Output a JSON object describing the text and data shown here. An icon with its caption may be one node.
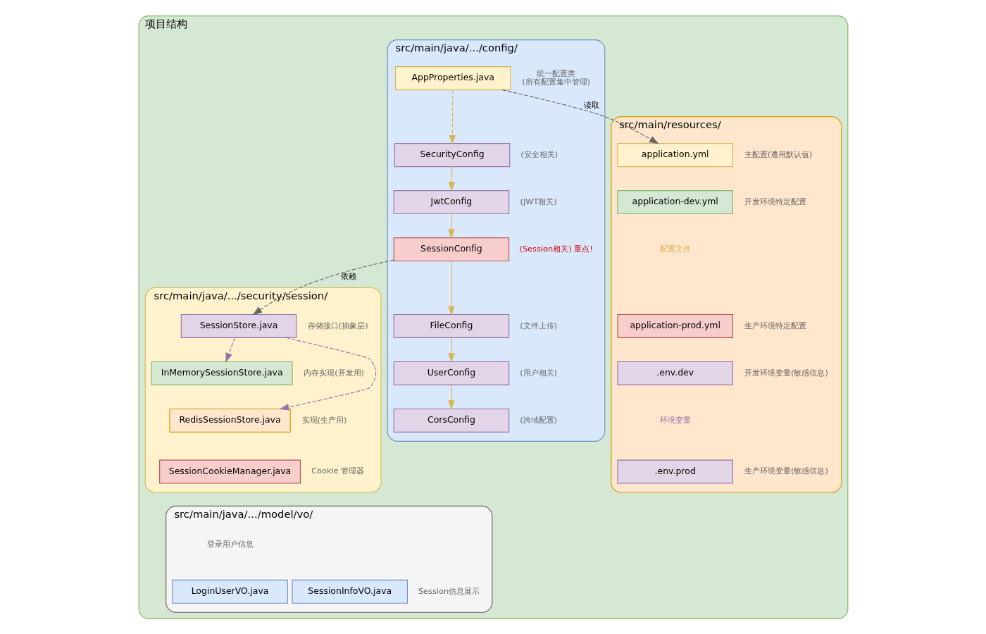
{
  "diagram": {
    "nodes": [
      {
        "text": [
          "项目结构"
        ]
      },
      {
        "text": [
          "src/main/java/.../config/"
        ],
        "in": 0
      },
      {
        "text": [
          "AppProperties.java"
        ],
        "in": 1,
        "beside": [
          "统一配置类",
          "(所有配置集中管理)"
        ]
      },
      {
        "text": [
          "SecurityConfig"
        ],
        "in": 1,
        "beside": [
          "(安全相关)"
        ]
      },
      {
        "text": [
          "JwtConfig"
        ],
        "in": 1,
        "beside": [
          "(JWT相关)"
        ]
      },
      {
        "text": [
          "SessionConfig"
        ],
        "in": 1,
        "beside": [
          "(Session相关) 重点!"
        ]
      },
      {
        "text": [
          "FileConfig"
        ],
        "in": 1,
        "beside": [
          "(文件上传)"
        ]
      },
      {
        "text": [
          "UserConfig"
        ],
        "in": 1,
        "beside": [
          "(用户相关)"
        ]
      },
      {
        "text": [
          "CorsConfig"
        ],
        "in": 1,
        "beside": [
          "(跨域配置)"
        ]
      },
      {
        "text": [
          "src/main/java/.../security/session/"
        ],
        "in": 0
      },
      {
        "text": [
          "SessionStore.java"
        ],
        "in": 9,
        "beside": [
          "存储接口(抽象层)"
        ]
      },
      {
        "text": [
          "InMemorySessionStore.java"
        ],
        "in": 9,
        "beside": [
          "内存实现(开发用)"
        ]
      },
      {
        "text": [
          "RedisSessionStore.java"
        ],
        "in": 9,
        "beside": [
          "实现(生产用)"
        ]
      },
      {
        "text": [
          "SessionCookieManager.java"
        ],
        "in": 9,
        "beside": [
          "Cookie 管理器"
        ]
      },
      {
        "text": [
          "src/main/java/.../model/vo/"
        ],
        "in": 0
      },
      {
        "text": [
          "LoginUserVO.java"
        ],
        "in": 14
      },
      {
        "text": [
          "SessionInfoVO.java"
        ],
        "in": 14,
        "beside": [
          "Session信息展示"
        ]
      },
      {
        "text": [
          "src/main/resources/"
        ],
        "in": 0
      },
      {
        "text": [
          "application.yml"
        ],
        "in": 17,
        "beside": [
          "主配置(通用默认值)"
        ]
      },
      {
        "text": [
          "application-dev.yml"
        ],
        "in": 17,
        "beside": [
          "开发环境特定配置"
        ]
      },
      {
        "text": [
          "application-prod.yml"
        ],
        "in": 17,
        "beside": [
          "生产环境特定配置"
        ]
      },
      {
        "text": [
          ".env.dev"
        ],
        "in": 17,
        "beside": [
          "开发环境变量(敏感信息)"
        ]
      },
      {
        "text": [
          ".env.prod"
        ],
        "in": 17,
        "beside": [
          "生产环境变量(敏感信息)"
        ]
      }
    ],
    "edges": [
      {
        "from": 2,
        "to": 3,
        "arrow": "to",
        "style": "dashed",
        "color": "#d6b656"
      },
      {
        "from": 3,
        "to": 4,
        "arrow": "to",
        "color": "#d6b656"
      },
      {
        "from": 4,
        "to": 5,
        "arrow": "to",
        "color": "#d6b656"
      },
      {
        "from": 5,
        "to": 6,
        "arrow": "to",
        "color": "#d6b656"
      },
      {
        "from": 6,
        "to": 7,
        "arrow": "to",
        "color": "#d6b656"
      },
      {
        "from": 7,
        "to": 8,
        "arrow": "to",
        "color": "#d6b656"
      },
      {
        "from": 2,
        "to": 18,
        "arrow": "to",
        "style": "dashed",
        "color": "#666666",
        "label": "读取"
      },
      {
        "from": 5,
        "to": 10,
        "arrow": "to",
        "style": "dashed",
        "color": "#666666",
        "label": "依赖"
      },
      {
        "from": 10,
        "to": 11,
        "arrow": "to",
        "style": "dashed",
        "color": "#9673a6"
      },
      {
        "from": 10,
        "to": 12,
        "arrow": "to",
        "style": "dashed",
        "color": "#9673a6"
      }
    ],
    "labels": [
      "登录用户信息",
      "配置文件",
      "环境变量"
    ]
  }
}
